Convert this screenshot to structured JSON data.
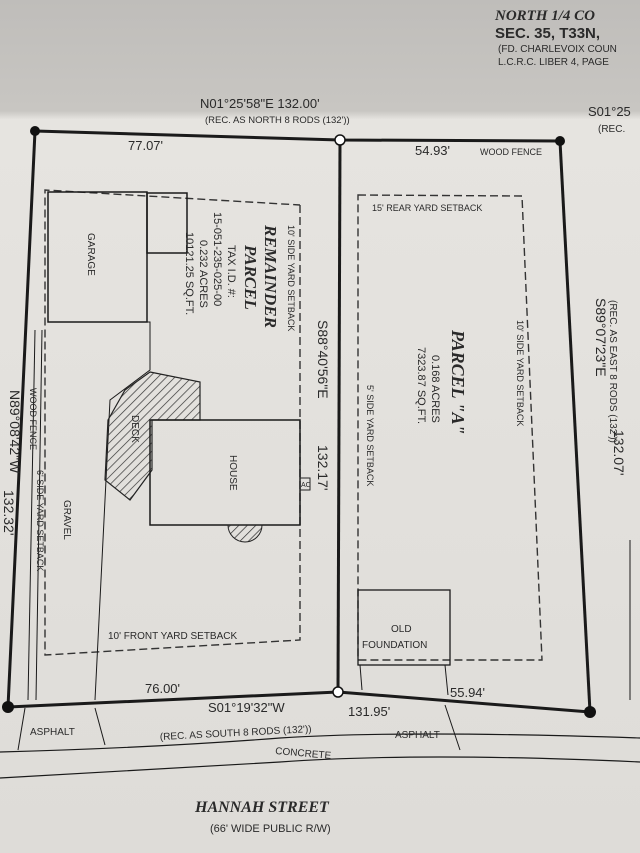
{
  "header": {
    "corner_title": "NORTH 1/4 CO",
    "section": "SEC. 35, T33N,",
    "found_note": "(FD. CHARLEVOIX COUN",
    "liber_note": "L.C.R.C. LIBER 4, PAGE"
  },
  "north_line": {
    "bearing": "N01°25'58\"E  132.00'",
    "record": "(REC. AS NORTH 8 RODS (132'))",
    "left_segment": "77.07'",
    "right_segment": "54.93'",
    "fence_label": "WOOD FENCE",
    "adjacent_bearing": "S01°25",
    "adjacent_record": "(REC."
  },
  "south_line": {
    "left_segment": "76.00'",
    "bearing": "S01°19'32\"W",
    "distance": "131.95'",
    "right_segment": "55.94'",
    "record": "(REC. AS SOUTH 8 RODS (132'))"
  },
  "west_line": {
    "bearing": "N89°08'42\"W",
    "distance": "132.32'"
  },
  "middle_line": {
    "bearing": "S88°40'56\"E",
    "distance": "132.17'"
  },
  "east_line": {
    "bearing": "S89°07'23\"E",
    "distance": "132.07'",
    "record": "(REC. AS EAST 8 RODS (132'))"
  },
  "remainder_parcel": {
    "title_1": "REMAINDER",
    "title_2": "PARCEL",
    "tax_label": "TAX I.D. #:",
    "tax_id": "15-051-235-025-00",
    "acres": "0.232 ACRES",
    "sqft": "10121.25 SQ.FT.",
    "side_setback": "10' SIDE YARD SETBACK",
    "front_setback": "10' FRONT YARD SETBACK",
    "west_setback": "6' SIDE YARD SETBACK",
    "fence": "WOOD FENCE",
    "gravel": "GRAVEL",
    "garage": "GARAGE",
    "deck": "DECK",
    "house": "HOUSE",
    "meter": "AC"
  },
  "parcel_a": {
    "title": "PARCEL \"A\"",
    "acres": "0.168 ACRES",
    "sqft": "7323.87 SQ.FT.",
    "rear_setback": "15' REAR YARD SETBACK",
    "east_setback": "10' SIDE YARD SETBACK",
    "west_setback": "5' SIDE YARD SETBACK",
    "old_1": "OLD",
    "old_2": "FOUNDATION"
  },
  "street": {
    "asphalt_left": "ASPHALT",
    "asphalt_right": "ASPHALT",
    "concrete": "CONCRETE",
    "name": "HANNAH STREET",
    "row": "(66' WIDE PUBLIC R/W)"
  }
}
